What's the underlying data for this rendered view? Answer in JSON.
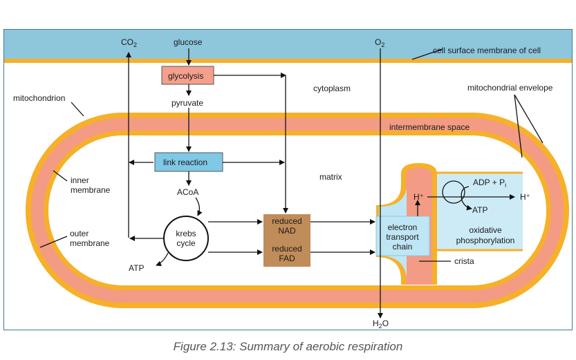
{
  "labels": {
    "co2": "CO",
    "co2_sub": "2",
    "glucose": "glucose",
    "o2": "O",
    "o2_sub": "2",
    "cell_membrane": "cell surface membrane of cell",
    "glycolysis": "glycolysis",
    "cytoplasm": "cytoplasm",
    "mitochondrion": "mitochondrion",
    "mito_envelope": "mitochondrial envelope",
    "pyruvate": "pyruvate",
    "intermembrane": "intermembrane space",
    "link_reaction": "link reaction",
    "inner_membrane_1": "inner",
    "inner_membrane_2": "membrane",
    "matrix": "matrix",
    "adp_pi": "ADP + P",
    "adp_sub": "i",
    "h_plus_left": "H⁺",
    "h_plus_right": "H⁺",
    "atp_ox": "ATP",
    "acoa": "ACoA",
    "outer_membrane_1": "outer",
    "outer_membrane_2": "membrane",
    "krebs_1": "krebs",
    "krebs_2": "cycle",
    "reduced_nad_1": "reduced",
    "reduced_nad_2": "NAD",
    "reduced_fad_1": "reduced",
    "reduced_fad_2": "FAD",
    "etc_1": "electron",
    "etc_2": "transport",
    "etc_3": "chain",
    "oxidative_1": "oxidative",
    "oxidative_2": "phosphorylation",
    "atp_krebs": "ATP",
    "crista": "crista",
    "h2o": "H",
    "h2o_sub": "2",
    "h2o_end": "O"
  },
  "caption": "Figure 2.13: Summary of aerobic respiration",
  "colors": {
    "membrane_blue": "#8ec6dc",
    "membrane_orange": "#f6b02a",
    "intermembrane_salmon": "#f39b84",
    "glycolysis_box": "#f4a08c",
    "link_box": "#7fc8e6",
    "reduced_box": "#c08c59",
    "etc_box": "#bfe6f4",
    "oxidative_area": "#cdebf6"
  }
}
